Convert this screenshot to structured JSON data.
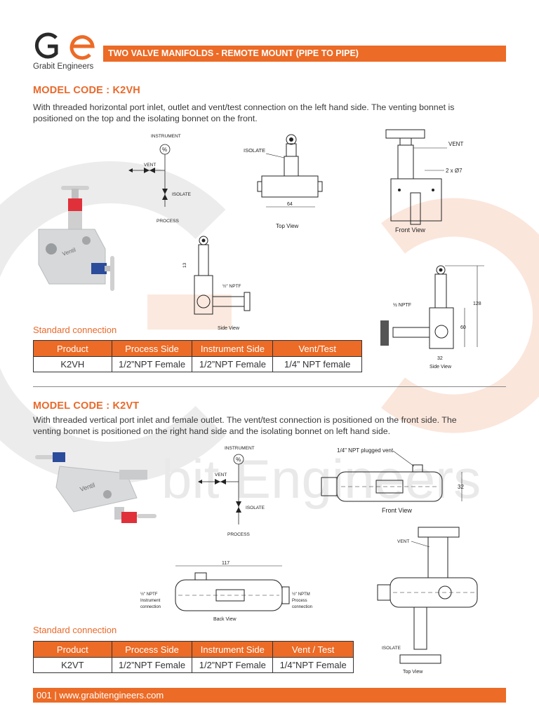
{
  "logo": {
    "company": "Grabit Engineers",
    "watermark_text": "bit Engineers"
  },
  "header": {
    "title": "TWO VALVE MANIFOLDS - REMOTE MOUNT (PIPE TO PIPE)"
  },
  "section1": {
    "title": "MODEL CODE : K2VH",
    "description_line1": "With threaded horizontal port inlet, outlet and vent/test connection on the left hand side. The venting bonnet is",
    "description_line2": "positioned on the top and the isolating bonnet on the front.",
    "diagram_labels": {
      "instrument": "INSTRUMENT",
      "vent": "VENT",
      "isolate": "ISOLATE",
      "process": "PROCESS",
      "top_isolate": "ISOLATE",
      "top_dim": "64",
      "top_view": "Top View",
      "front_vent": "VENT",
      "front_holes": "2 x Ø7",
      "front_view": "Front View",
      "side_dim13": "13",
      "side_nptf": "½\" NPTF",
      "side_view": "Side View",
      "side2_nptf": "½ NPTF",
      "side2_128": "128",
      "side2_60": "60",
      "side2_32": "32",
      "side2_view": "Side View"
    },
    "std_title": "Standard connection",
    "table": {
      "headers": [
        "Product",
        "Process Side",
        "Instrument Side",
        "Vent/Test"
      ],
      "row": [
        "K2VH",
        "1/2”NPT Female",
        "1/2”NPT Female",
        "1/4” NPT female"
      ]
    }
  },
  "section2": {
    "title": "MODEL CODE : K2VT",
    "description_line1": "With threaded vertical port inlet and female outlet. The vent/test connection is positioned on the front side. The",
    "description_line2": "venting bonnet is positioned on the right hand side and the isolating bonnet on left hand side.",
    "diagram_labels": {
      "instrument": "INSTRUMENT",
      "vent": "VENT",
      "isolate": "ISOLATE",
      "process": "PROCESS",
      "plugged_vent": "1/4\" NPT plugged vent",
      "front_dim": "32",
      "front_view": "Front View",
      "back_dim": "117",
      "back_left_1": "½\" NPTF",
      "back_left_2": "Instrument",
      "back_left_3": "connection",
      "back_right_1": "½\" NPTM",
      "back_right_2": "Process",
      "back_right_3": "connection",
      "back_view": "Back View",
      "top_vent": "VENT",
      "top_isolate": "ISOLATE",
      "top_view": "Top View"
    },
    "std_title": "Standard connection",
    "table": {
      "headers": [
        "Product",
        "Process Side",
        "Instrument Side",
        "Vent / Test"
      ],
      "row": [
        "K2VT",
        "1/2”NPT Female",
        "1/2”NPT Female",
        "1/4”NPT Female"
      ]
    }
  },
  "footer": {
    "page": "001",
    "separator": "|",
    "url": "www.grabitengineers.com"
  },
  "colors": {
    "accent": "#ec6b26",
    "text": "#3a3a3a",
    "valve_red": "#e0303a",
    "valve_blue": "#2b4b9b"
  }
}
